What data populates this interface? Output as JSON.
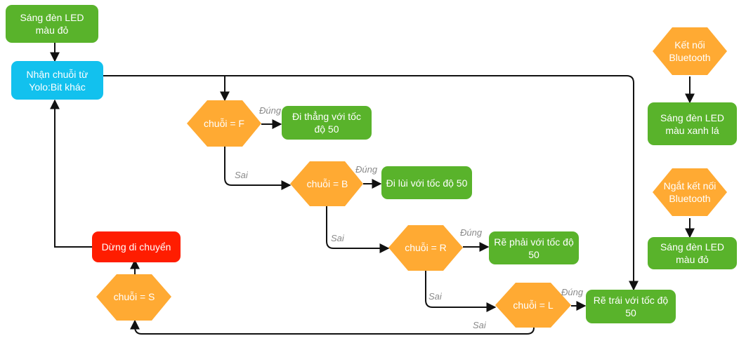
{
  "colors": {
    "green": "#59b32b",
    "cyan": "#12c1ee",
    "red": "#ff1d00",
    "orange": "#ffaa33",
    "edge": "#111111",
    "label": "#8a8a8a"
  },
  "nodes": {
    "start": "Sáng đèn LED màu đỏ",
    "receive": "Nhận chuỗi từ Yolo:Bit khác",
    "check_f": "chuỗi = F",
    "forward": "Đi thẳng với tốc độ 50",
    "check_b": "chuỗi = B",
    "backward": "Đi lùi với tốc độ 50",
    "check_r": "chuỗi = R",
    "turn_right": "Rẽ phải với tốc độ 50",
    "check_l": "chuỗi = L",
    "turn_left": "Rẽ trái với tốc độ 50",
    "check_s": "chuỗi = S",
    "stop": "Dừng di chuyển",
    "bt_connect": "Kết nối Bluetooth",
    "led_green": "Sáng đèn LED màu xanh lá",
    "bt_disconnect": "Ngắt kết nối Bluetooth",
    "led_red": "Sáng đèn LED màu đỏ"
  },
  "edge_labels": {
    "yes": "Đúng",
    "no": "Sai"
  }
}
